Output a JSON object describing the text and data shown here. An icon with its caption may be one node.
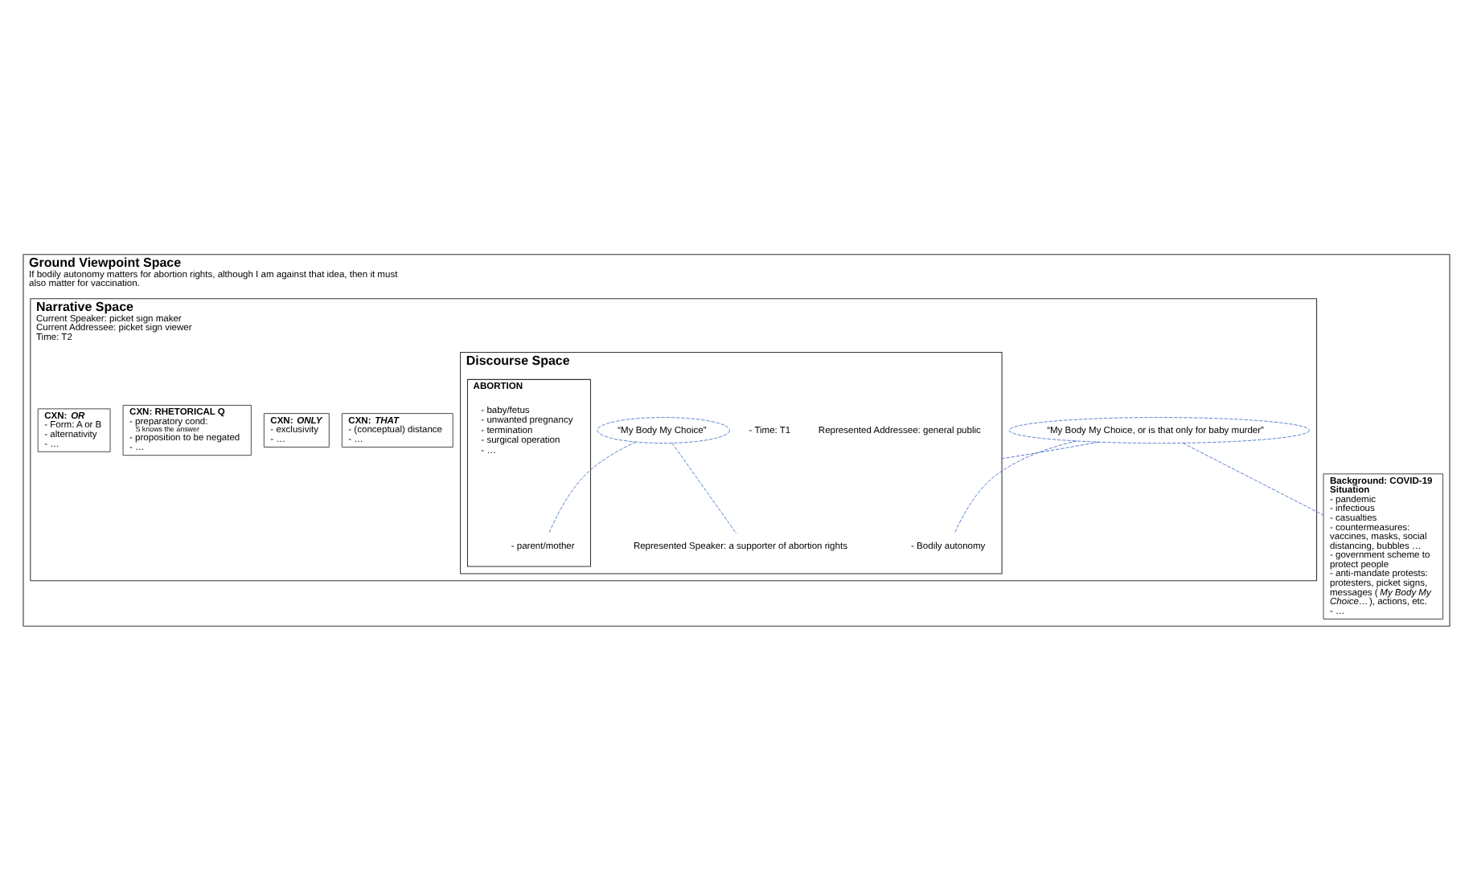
{
  "diagram": {
    "nodes": [
      {
        "text": [
          "Ground Viewpoint Space",
          "If bodily autonomy matters for abortion rights, although I am against that idea, then it must also matter for vaccination."
        ]
      },
      {
        "text": [
          "Narrative Space",
          "Current Speaker: picket sign maker",
          "Current Addressee: picket sign viewer",
          "Time: T2"
        ],
        "in": 0
      },
      {
        "text": [
          "“My Body My Choice, or is that only for baby murder”"
        ],
        "in": 1
      },
      {
        "text": [
          "Discourse Space"
        ],
        "in": 1
      },
      {
        "text": [
          "Represented Speaker: a supporter of abortion rights"
        ],
        "in": 3
      },
      {
        "text": [
          "Represented Addressee: general public"
        ],
        "in": 3
      },
      {
        "text": [
          "- Time: T1"
        ],
        "in": 3
      },
      {
        "text": [
          "- Bodily autonomy"
        ],
        "in": 3
      },
      {
        "text": [
          "“My Body My Choice”"
        ],
        "in": 3
      },
      {
        "text": [
          "ABORTION"
        ],
        "in": 3
      },
      {
        "text": [
          "- parent/mother"
        ],
        "in": 9
      },
      {
        "text": [
          "- baby/fetus",
          "- unwanted pregnancy",
          "- termination",
          "- surgical operation",
          "- …"
        ],
        "in": 9
      },
      {
        "text": [
          "CXN: *THAT*",
          "- (conceptual) distance",
          "- …"
        ],
        "in": 1
      },
      {
        "text": [
          "CXN: *ONLY*",
          "- exclusivity",
          "- …"
        ],
        "in": 1
      },
      {
        "text": [
          "CXN: RHETORICAL Q",
          "- preparatory cond:",
          "S knows the answer",
          "- proposition to be negated",
          "- …"
        ],
        "in": 1
      },
      {
        "text": [
          "CXN: *OR*",
          "- Form: A or B",
          "- alternativity",
          "- …"
        ],
        "in": 1
      },
      {
        "text": [
          "Background: COVID-19 Situation",
          "- pandemic",
          "- infectious",
          "- casualties",
          "- countermeasures: vaccines, masks, social distancing, bubbles …",
          "- government scheme to protect people",
          "- anti-mandate protests: protesters, picket signs, messages (*My Body My Choice…*), actions, etc.",
          "- …"
        ],
        "in": 0
      }
    ],
    "edges": [
      {
        "from": 2,
        "to": 3,
        "arrow": "none",
        "style": "dashed"
      },
      {
        "from": 2,
        "to": 7,
        "arrow": "none",
        "style": "dashed"
      },
      {
        "from": 2,
        "to": 16,
        "arrow": "none",
        "style": "dashed"
      },
      {
        "from": 8,
        "to": 4,
        "arrow": "none",
        "style": "dashed"
      },
      {
        "from": 8,
        "to": 10,
        "arrow": "none",
        "style": "dashed"
      }
    ]
  }
}
